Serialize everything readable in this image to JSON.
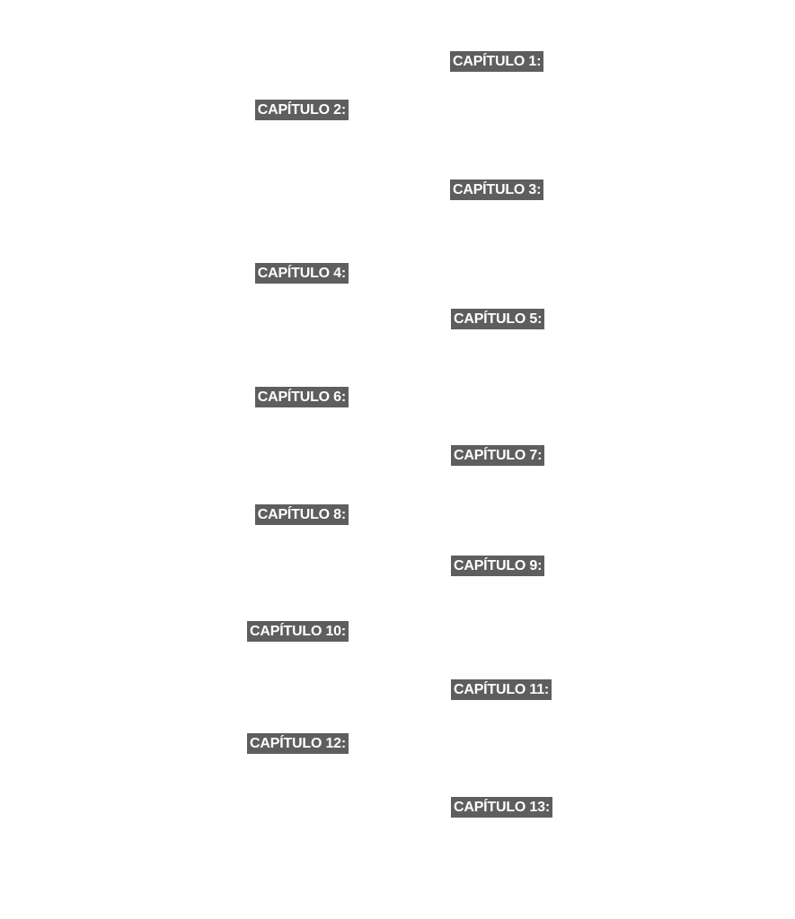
{
  "chapters": [
    {
      "label": "CAPÍTULO 1:"
    },
    {
      "label": "CAPÍTULO 2:"
    },
    {
      "label": "CAPÍTULO 3:"
    },
    {
      "label": "CAPÍTULO 4:"
    },
    {
      "label": "CAPÍTULO 5:"
    },
    {
      "label": "CAPÍTULO 6:"
    },
    {
      "label": "CAPÍTULO 7:"
    },
    {
      "label": "CAPÍTULO 8:"
    },
    {
      "label": "CAPÍTULO 9:"
    },
    {
      "label": "CAPÍTULO 10:"
    },
    {
      "label": "CAPÍTULO 11:"
    },
    {
      "label": "CAPÍTULO 12:"
    },
    {
      "label": "CAPÍTULO 13:"
    }
  ]
}
